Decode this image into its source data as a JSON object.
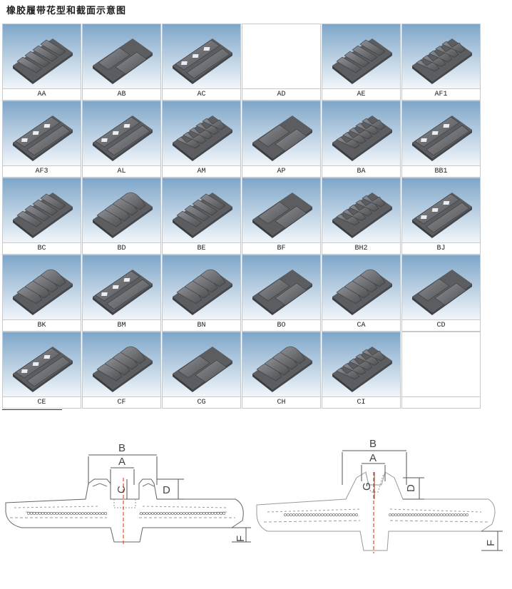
{
  "page": {
    "title": "橡胶履带花型和截面示意图"
  },
  "colors": {
    "sky_top": "#7ea6c9",
    "sky_bottom": "#f3f7fb",
    "pad_dark": "#4e4f52",
    "pad_light": "#8f9196",
    "line": "#9a9a9a",
    "centerline": "#e05020"
  },
  "patterns": [
    {
      "code": "AA",
      "pattern": "bars"
    },
    {
      "code": "AB",
      "pattern": "blocks"
    },
    {
      "code": "AC",
      "pattern": "ladder"
    },
    {
      "code": "AD",
      "pattern": "empty"
    },
    {
      "code": "AE",
      "pattern": "bars"
    },
    {
      "code": "AF1",
      "pattern": "zigzag"
    },
    {
      "code": "AF3",
      "pattern": "ladder"
    },
    {
      "code": "AL",
      "pattern": "slots"
    },
    {
      "code": "AM",
      "pattern": "zigzag"
    },
    {
      "code": "AP",
      "pattern": "blocks"
    },
    {
      "code": "BA",
      "pattern": "zigzag"
    },
    {
      "code": "BB1",
      "pattern": "slots"
    },
    {
      "code": "BC",
      "pattern": "bars"
    },
    {
      "code": "BD",
      "pattern": "wave"
    },
    {
      "code": "BE",
      "pattern": "bars"
    },
    {
      "code": "BF",
      "pattern": "blocks"
    },
    {
      "code": "BH2",
      "pattern": "zigzag"
    },
    {
      "code": "BJ",
      "pattern": "slots"
    },
    {
      "code": "BK",
      "pattern": "wave"
    },
    {
      "code": "BM",
      "pattern": "ladder"
    },
    {
      "code": "BN",
      "pattern": "wave"
    },
    {
      "code": "BO",
      "pattern": "blocks"
    },
    {
      "code": "CA",
      "pattern": "wave"
    },
    {
      "code": "CD",
      "pattern": "blocks"
    },
    {
      "code": "CE",
      "pattern": "ladder"
    },
    {
      "code": "CF",
      "pattern": "wave"
    },
    {
      "code": "CG",
      "pattern": "blocks"
    },
    {
      "code": "CH",
      "pattern": "wave"
    },
    {
      "code": "CI",
      "pattern": "zigzag"
    },
    {
      "code": "",
      "pattern": "empty"
    }
  ],
  "diagrams": {
    "left": {
      "labels": {
        "b": "B",
        "a": "A",
        "c": "C",
        "d": "D",
        "f": "F"
      }
    },
    "right": {
      "labels": {
        "b": "B",
        "a": "A",
        "g": "G",
        "d": "D",
        "f": "F"
      }
    }
  }
}
